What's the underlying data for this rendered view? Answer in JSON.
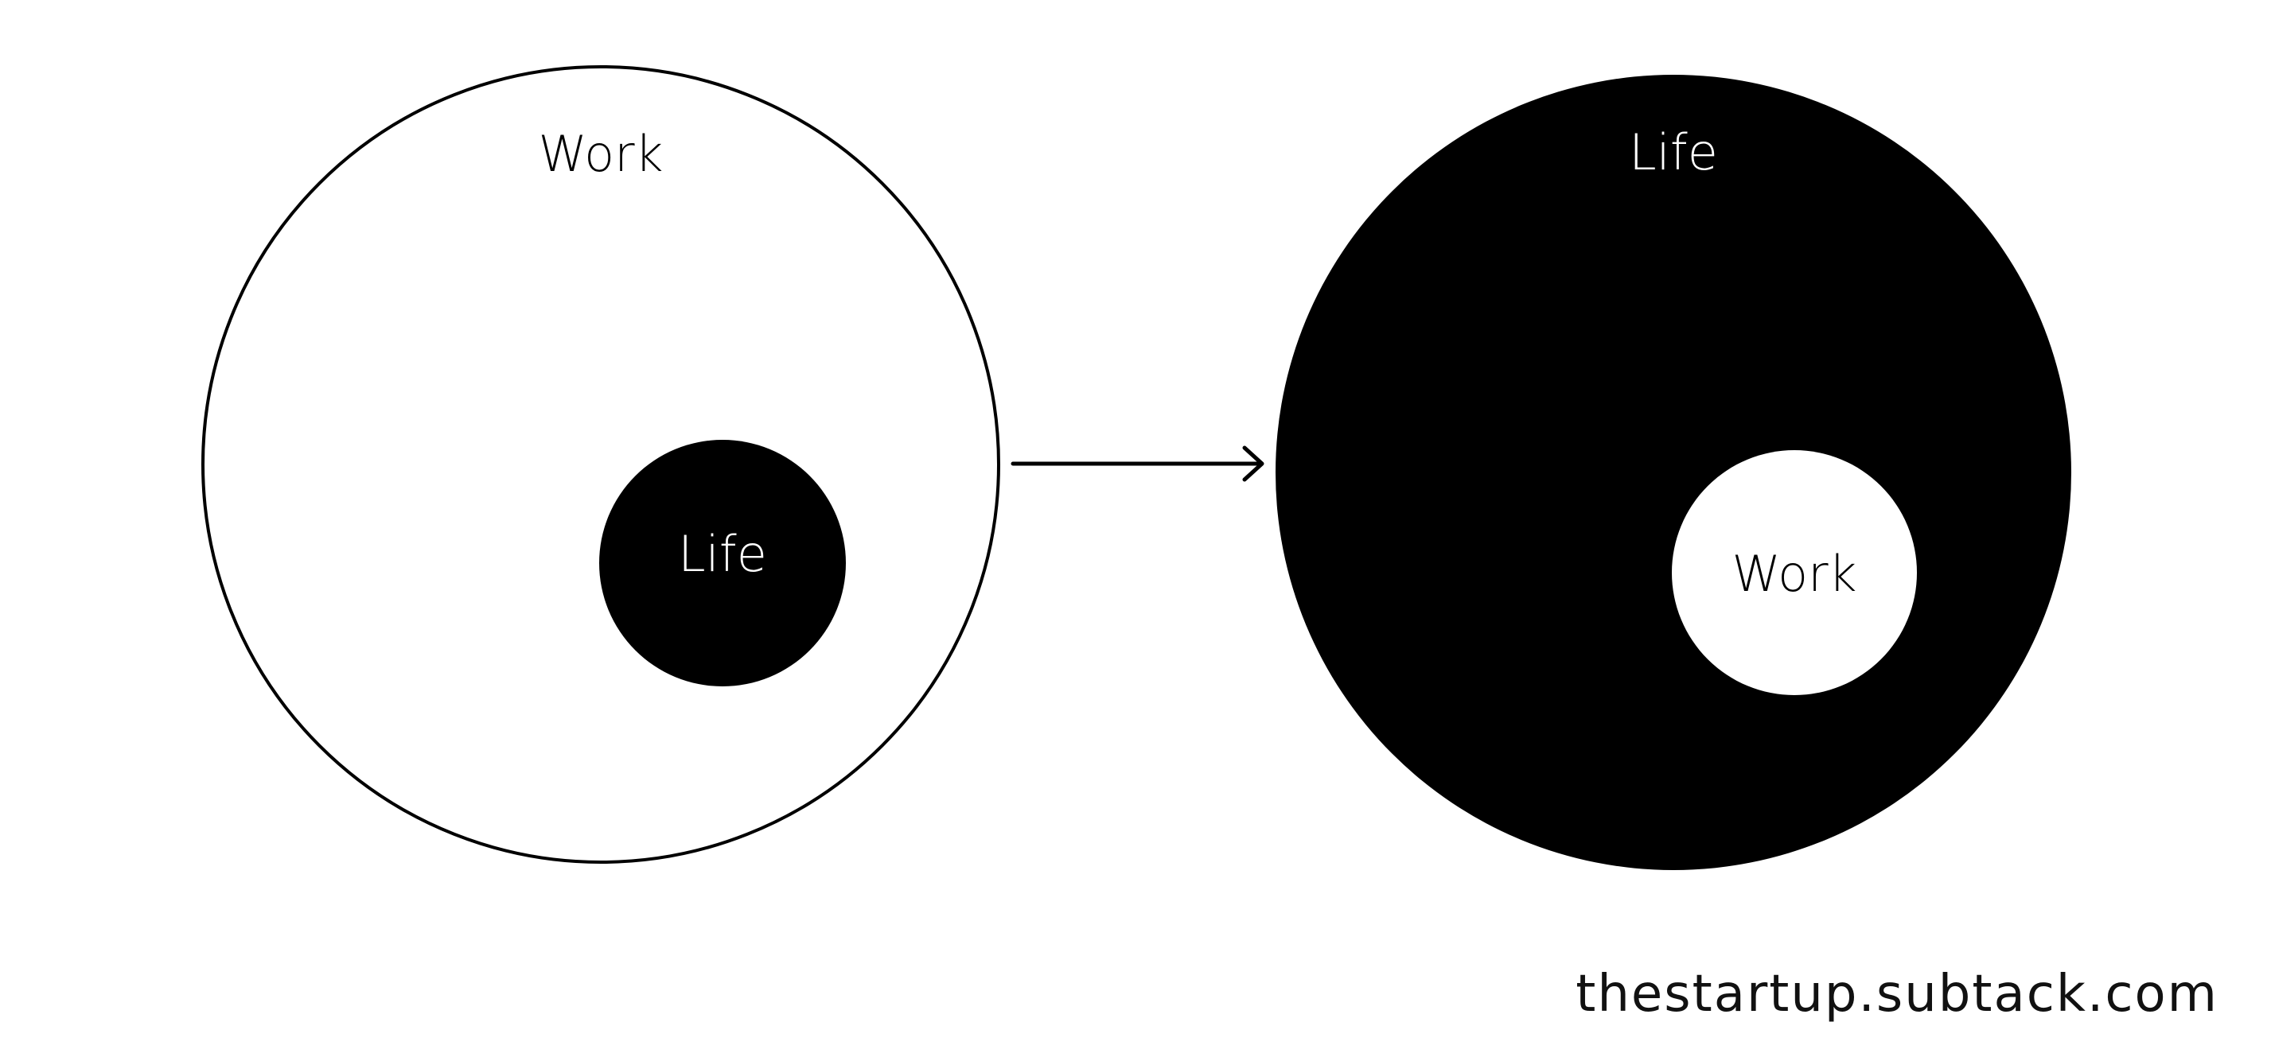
{
  "diagram": {
    "left": {
      "outer_label": "Work",
      "inner_label": "Life"
    },
    "right": {
      "outer_label": "Life",
      "inner_label": "Work"
    }
  },
  "footer": {
    "text": "thestartup.subtack.com"
  },
  "colors": {
    "background": "#ffffff",
    "foreground": "#000000"
  },
  "icons": {
    "arrow": "right-arrow-icon"
  }
}
